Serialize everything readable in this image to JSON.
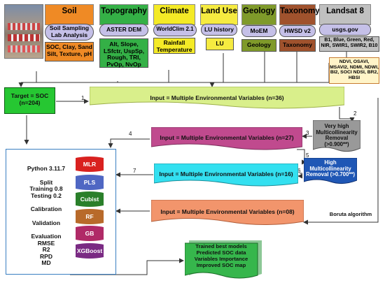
{
  "header": {
    "soil": "Soil",
    "topography": "Topography",
    "climate": "Climate",
    "land_use": "Land Use",
    "geology": "Geology",
    "taxonomy": "Taxonomy",
    "landsat": "Landsat 8"
  },
  "sources": {
    "soil_sampling": "Soil Sampling Lab Analysis",
    "aster": "ASTER DEM",
    "worldclim": "WorldClim 2.1",
    "lu_history": "LU history",
    "moem": "MoEM",
    "hwsd": "HWSD v2",
    "usgs": "usgs.gov"
  },
  "variables": {
    "soil_vars": "SOC, Clay, Sand Silt, Texture, pH",
    "topo_vars": "Alt, Slope, LSfctr, UspSp, Rough, TRI, PvOp, NvOp",
    "climate_vars": "Rainfall Temperature",
    "lu": "LU",
    "geology": "Geology",
    "taxonomy": "Taxonomy",
    "bands": "B1, Blue, Green, Red, NIR, SWIR1, SWIR2, B10",
    "indices": "NDVI, OSAVI, MSAVI2, NDMI, NDWI, BI2, SOCI NDSI, BR2, HBSI"
  },
  "flow": {
    "target": "Target = SOC (n=204)",
    "input36": "Input = Multiple Environmental Variables (n=36)",
    "very_high": "Very high Multicollinearity Removal (>0.900**)",
    "input27": "Input = Multiple Environmental Variables (n=27)",
    "high": "High Multicollinearity Removal (>0.700**)",
    "input16": "Input = Multiple Environmental Variables (n=16)",
    "input08": "Input = Multiple Environmental Variables (n=08)",
    "boruta": "Boruta algorithm",
    "step1": "1",
    "step2": "2",
    "step3": "3",
    "step4": "4",
    "step5": "5",
    "step6": "6",
    "step7": "7"
  },
  "process": {
    "python": "Python 3.11.7",
    "split": "Split",
    "training": "Training 0.8",
    "testing": "Testing 0.2",
    "calibration": "Calibration",
    "validation": "Validation",
    "evaluation": "Evaluation",
    "rmse": "RMSE",
    "r2": "R2",
    "rpd": "RPD",
    "md": "MD"
  },
  "models": [
    "MLR",
    "PLS",
    "Cubist",
    "RF",
    "GB",
    "XGBoost"
  ],
  "outputs": {
    "line1": "Trained best models",
    "line2": "Predicted SOC data",
    "line3": "Variables Importance",
    "line4": "Improved SOC map"
  },
  "colors": {
    "soil": "#ef8a25",
    "topography": "#34b046",
    "climate": "#f4ea26",
    "land_use": "#f6eb40",
    "geology": "#7f9a2a",
    "taxonomy": "#a0522d",
    "landsat": "#c0c0c0",
    "input36": "#d9ef8b",
    "input27": "#c04a8e",
    "input16": "#33e0f0",
    "input08": "#f2956c",
    "target": "#26c732",
    "removal": "#1f57b5",
    "very_high": "#999999",
    "output": "#36b64c"
  }
}
